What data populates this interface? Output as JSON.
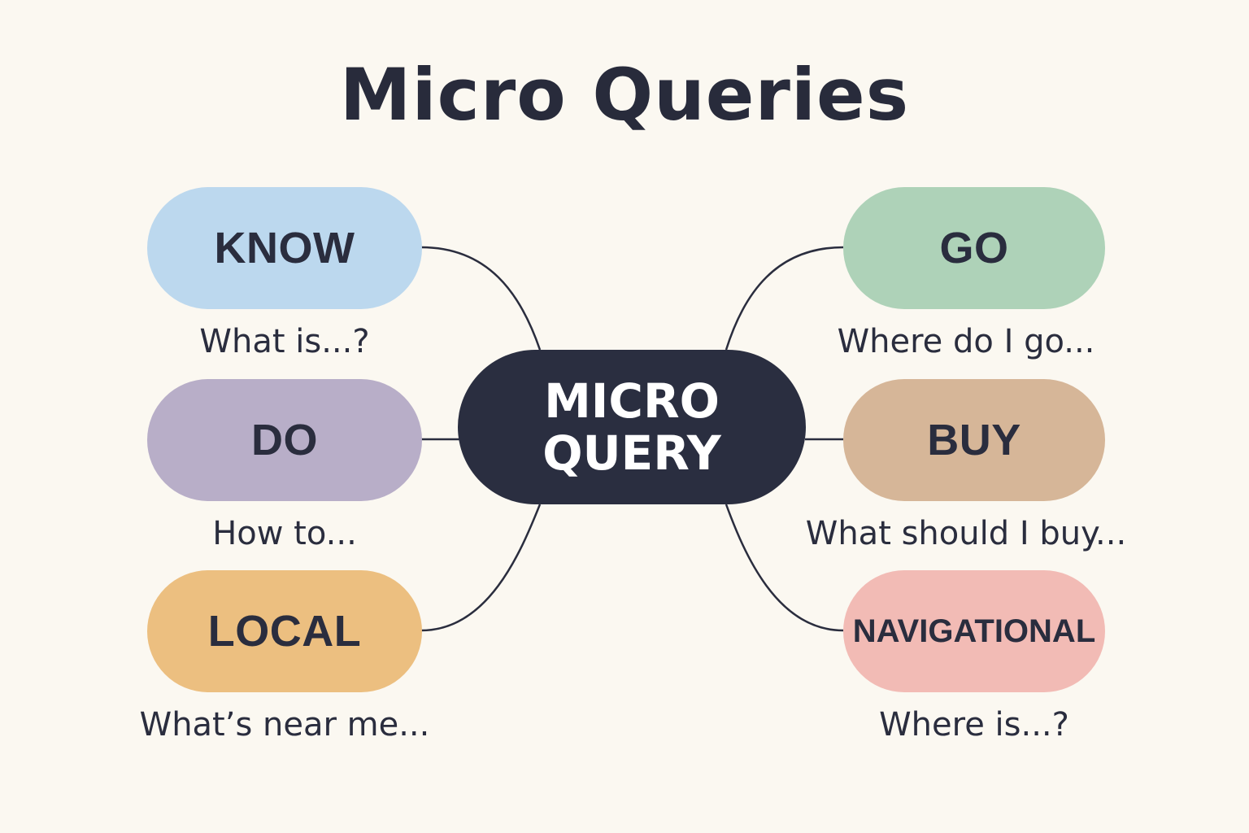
{
  "title": "Micro Queries",
  "center": {
    "line1": "MICRO",
    "line2": "QUERY",
    "color": "#2a2e40"
  },
  "nodes": [
    {
      "label": "KNOW",
      "caption": "What is...?",
      "color": "#bcd8ee"
    },
    {
      "label": "DO",
      "caption": "How to...",
      "color": "#b8aec8"
    },
    {
      "label": "LOCAL",
      "caption": "What’s near me...",
      "color": "#ecbf80"
    },
    {
      "label": "GO",
      "caption": "Where do I go...",
      "color": "#aed2b8"
    },
    {
      "label": "BUY",
      "caption": "What should I buy...",
      "color": "#d6b698"
    },
    {
      "label": "NAVIGATIONAL",
      "caption": "Where is...?",
      "color": "#f2bbb5"
    }
  ]
}
